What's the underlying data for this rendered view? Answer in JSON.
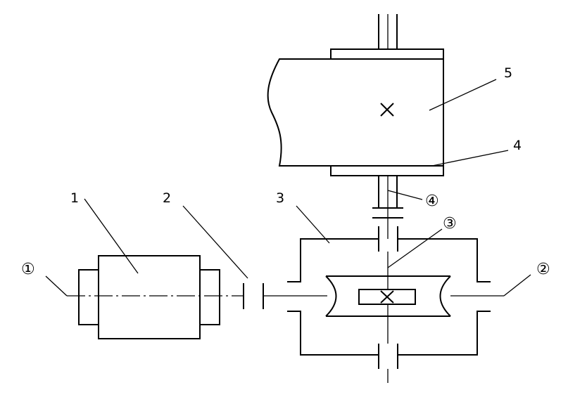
{
  "labels": {
    "part_1": "1",
    "part_2": "2",
    "part_3": "3",
    "part_4": "4",
    "part_5": "5",
    "axis_1": "①",
    "axis_2": "②",
    "axis_3": "③",
    "axis_4": "④"
  },
  "colors": {
    "line": "#000000",
    "background": "#ffffff"
  }
}
